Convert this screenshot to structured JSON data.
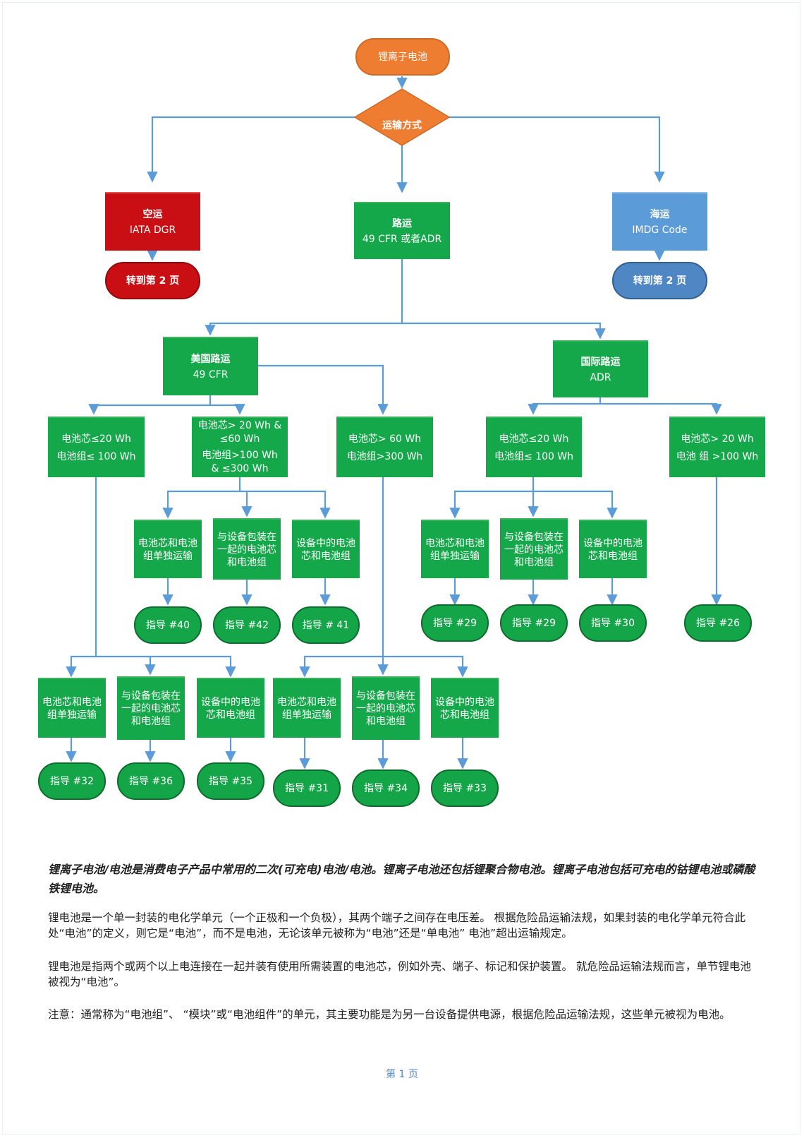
{
  "flowchart": {
    "root": "锂离子电池",
    "decision": "运输方式",
    "air": {
      "title": "空运",
      "sub": "IATA DGR",
      "goto": "转到第 2 页"
    },
    "road": {
      "title": "路运",
      "sub": "49 CFR 或者ADR"
    },
    "sea": {
      "title": "海运",
      "sub": "IMDG Code",
      "goto": "转到第 2 页"
    },
    "us": {
      "title": "美国路运",
      "sub": "49 CFR"
    },
    "intl": {
      "title": "国际路运",
      "sub": "ADR"
    },
    "us_small": [
      "电池芯≤20 Wh",
      "电池组≤ 100 Wh"
    ],
    "us_mid": [
      "电池芯> 20 Wh &",
      "≤60 Wh",
      "电池组>100 Wh",
      "& ≤300 Wh"
    ],
    "us_large": [
      "电池芯> 60 Wh",
      "电池组>300 Wh"
    ],
    "intl_small": [
      "电池芯≤20 Wh",
      "电池组≤ 100 Wh"
    ],
    "intl_large": [
      "电池芯> 20 Wh",
      "电池 组 >100 Wh"
    ],
    "pack_alone": "电池芯和电池组单独运输",
    "pack_with": "与设备包装在一起的电池芯和电池组",
    "pack_in": "设备中的电池芯和电池组",
    "guides": {
      "g40": "指导 #40",
      "g42": "指导 #42",
      "g41": "指导 # 41",
      "g29a": "指导 #29",
      "g29b": "指导 #29",
      "g30": "指导 #30",
      "g26": "指导 #26",
      "g32": "指导 #32",
      "g36": "指导 #36",
      "g35": "指导 #35",
      "g31": "指导 #31",
      "g34": "指导 #34",
      "g33": "指导 #33"
    }
  },
  "notes": {
    "intro": "锂离子电池/电池是消费电子产品中常用的二次(可充电)电池/电池。锂离子电池还包括锂聚合物电池。锂离子电池包括可充电的钴锂电池或磷酸铁锂电池。",
    "p1": "锂电池是一个单一封装的电化学单元（一个正极和一个负极），其两个端子之间存在电压差。 根据危险品运输法规，如果封装的电化学单元符合此处“电池”的定义，则它是“电池”，而不是电池，无论该单元被称为“电池”还是“单电池” 电池”超出运输规定。",
    "p2": "锂电池是指两个或两个以上电连接在一起并装有使用所需装置的电池芯，例如外壳、端子、标记和保护装置。 就危险品运输法规而言，单节锂电池被视为“电池”。",
    "p3": "注意：通常称为“电池组”、 “模块”或“电池组件”的单元，其主要功能是为另一台设备提供电源，根据危险品运输法规，这些单元被视为电池。"
  },
  "footer": "第 1 页",
  "colors": {
    "green": "#15a84a",
    "orange": "#ee7d31",
    "red": "#c90f14",
    "blue": "#5b9bd8",
    "line": "#5b9bd8"
  }
}
